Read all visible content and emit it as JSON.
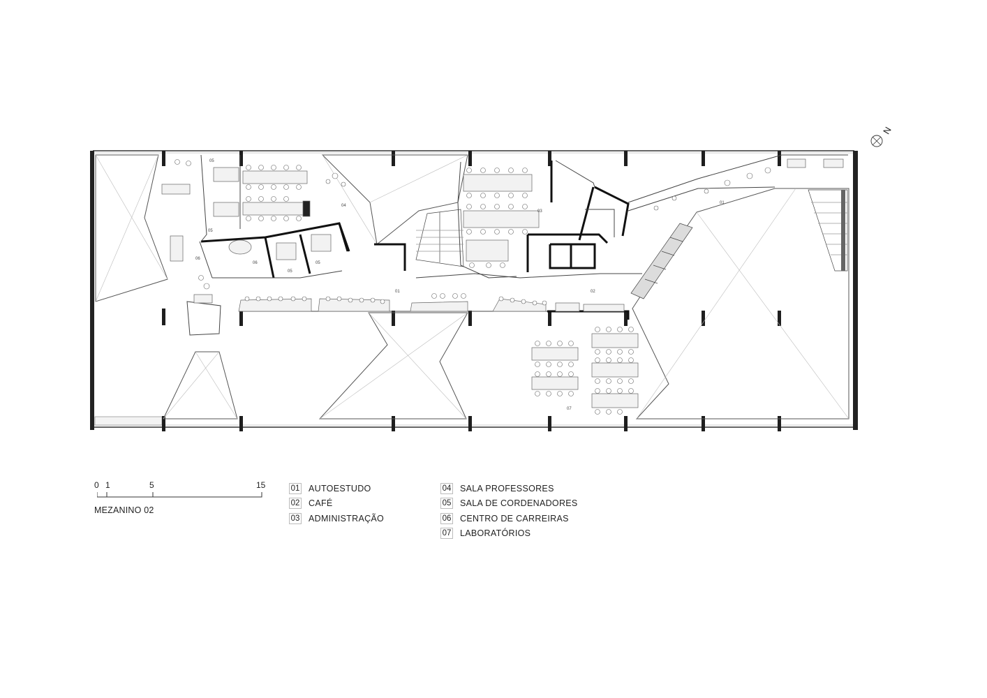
{
  "plan_title": "MEZANINO 02",
  "north_label": "N",
  "scale": {
    "ticks": [
      "0",
      "1",
      "5",
      "15"
    ]
  },
  "legend": [
    {
      "num": "01",
      "label": "AUTOESTUDO"
    },
    {
      "num": "02",
      "label": "CAFÉ"
    },
    {
      "num": "03",
      "label": "ADMINISTRAÇÃO"
    },
    {
      "num": "04",
      "label": "SALA PROFESSORES"
    },
    {
      "num": "05",
      "label": "SALA DE CORDENADORES"
    },
    {
      "num": "06",
      "label": "CENTRO DE CARREIRAS"
    },
    {
      "num": "07",
      "label": "LABORATÓRIOS"
    }
  ],
  "room_tags": {
    "t01a": "01",
    "t01b": "01",
    "t02": "02",
    "t03": "03",
    "t04": "04",
    "t05a": "05",
    "t05b": "05",
    "t05c": "05",
    "t05d": "05",
    "t06a": "06",
    "t06b": "06",
    "t07": "07"
  }
}
